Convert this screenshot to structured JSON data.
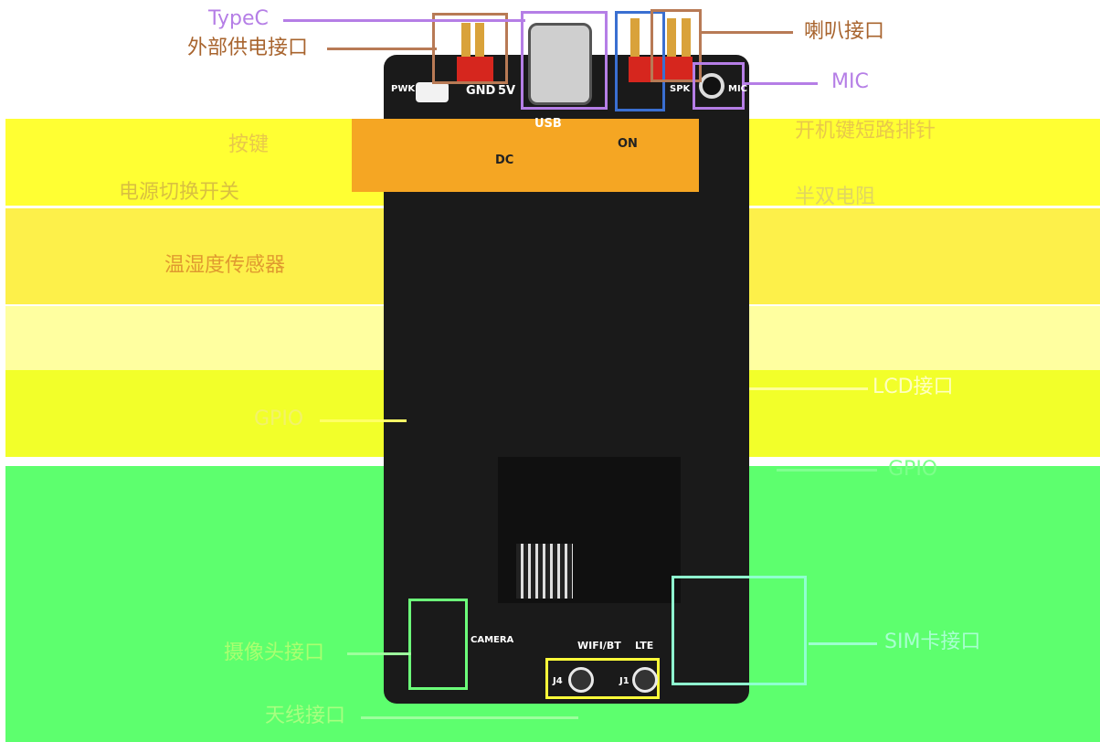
{
  "labels": {
    "typec": "TypeC",
    "ext_power": "外部供电接口",
    "speaker": "喇叭接口",
    "mic": "MIC",
    "button": "按键",
    "boot_short": "开机键短路排针",
    "power_switch": "电源切换开关",
    "sensor_label": "半双电阻",
    "temp_humidity": "温湿度传感器",
    "lcd": "LCD接口",
    "gpio_left": "GPIO",
    "gpio_right": "GPIO",
    "camera": "摄像头接口",
    "sim": "SIM卡接口",
    "antenna": "天线接口"
  },
  "silkscreen": {
    "gnd": "GND",
    "v5": "5V",
    "spk": "SPK",
    "mic": "MIC",
    "usb": "USB",
    "pwk": "PWK",
    "dc": "DC",
    "on": "ON",
    "camera": "CAMERA",
    "wifi_bt": "WIFI/BT",
    "lte": "LTE",
    "j4": "J4",
    "j1": "J1"
  },
  "colors": {
    "purple": "#b57ee6",
    "brown": "#b87a55",
    "blue": "#3a6fd1",
    "yellow_band": "#ffff2a",
    "green_band": "#5dff6e",
    "label_brown": "#a8642e"
  }
}
